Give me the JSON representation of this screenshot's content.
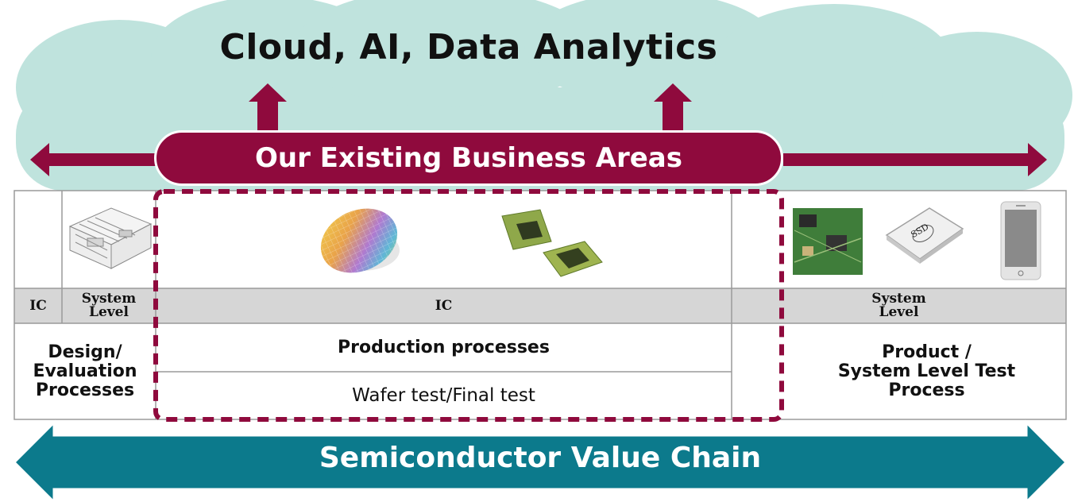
{
  "header": {
    "title": "Cloud, AI, Data Analytics"
  },
  "business": {
    "label": "Our Existing Business Areas"
  },
  "table": {
    "design_ic": "IC",
    "design_system": "System\nLevel",
    "production_ic": "IC",
    "product_system": "System\nLevel",
    "design_process": "Design/\nEvaluation\nProcesses",
    "production_process": "Production processes",
    "wafer_test": "Wafer test/Final test",
    "product_process": "Product /\nSystem Level Test\nProcess"
  },
  "images": {
    "ssd_label": "SSD"
  },
  "value_chain": {
    "label": "Semiconductor Value Chain"
  },
  "colors": {
    "cloud": "#bfe3dd",
    "brand": "#8f0a3d",
    "teal": "#0c7a8c",
    "band": "#d6d6d6"
  }
}
